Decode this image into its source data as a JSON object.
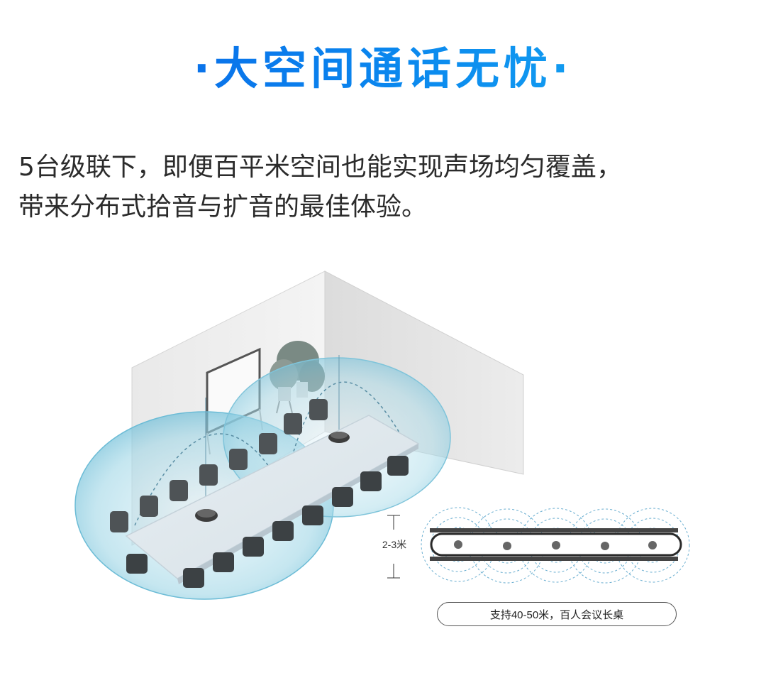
{
  "title": "·大空间通话无忧·",
  "description": {
    "line1": "5台级联下，即便百平米空间也能实现声场均匀覆盖，",
    "line2": "带来分布式拾音与扩音的最佳体验。"
  },
  "diagram": {
    "height_label": "2-3米",
    "caption": "支持40-50米，百人会议长桌"
  },
  "colors": {
    "title_start": "#0a5fe6",
    "title_end": "#19b0f3",
    "coverage": "#7fc8dc",
    "wall": "#eeeeee"
  }
}
